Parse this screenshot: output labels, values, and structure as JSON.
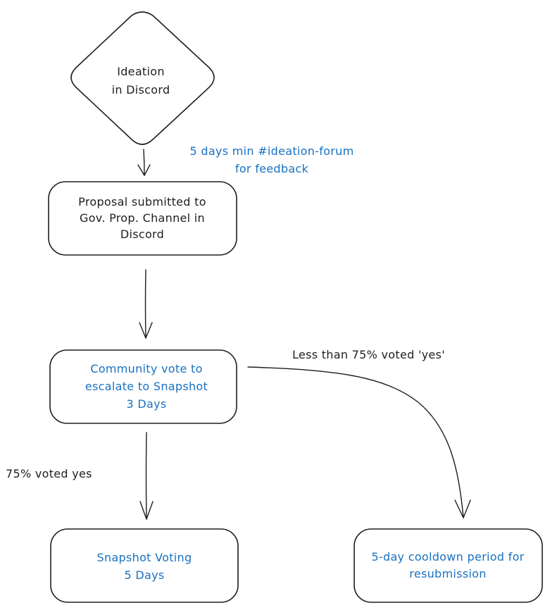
{
  "colors": {
    "ink": "#1e1e1e",
    "accent": "#1971c2",
    "background": "#ffffff"
  },
  "nodes": {
    "ideation": {
      "shape": "diamond",
      "lines": [
        "Ideation",
        "in Discord"
      ],
      "color": "#1e1e1e"
    },
    "proposal": {
      "shape": "rounded-rectangle",
      "lines": [
        "Proposal submitted to",
        "Gov. Prop. Channel in",
        "Discord"
      ],
      "color": "#1e1e1e"
    },
    "community_vote": {
      "shape": "rounded-rectangle",
      "lines": [
        "Community vote to",
        "escalate to Snapshot",
        "3 Days"
      ],
      "color": "#1971c2"
    },
    "snapshot_voting": {
      "shape": "rounded-rectangle",
      "lines": [
        "Snapshot Voting",
        "5 Days"
      ],
      "color": "#1971c2"
    },
    "cooldown": {
      "shape": "rounded-rectangle",
      "lines": [
        "5-day cooldown period for",
        "resubmission"
      ],
      "color": "#1971c2"
    }
  },
  "edge_labels": {
    "ideation_to_proposal": {
      "lines": [
        "5 days min #ideation-forum",
        "for feedback"
      ],
      "color": "#1971c2"
    },
    "vote_to_cooldown": {
      "lines": [
        "Less than 75% voted 'yes'"
      ],
      "color": "#1e1e1e"
    },
    "vote_to_snapshot": {
      "lines": [
        "75% voted yes"
      ],
      "color": "#1e1e1e"
    }
  }
}
